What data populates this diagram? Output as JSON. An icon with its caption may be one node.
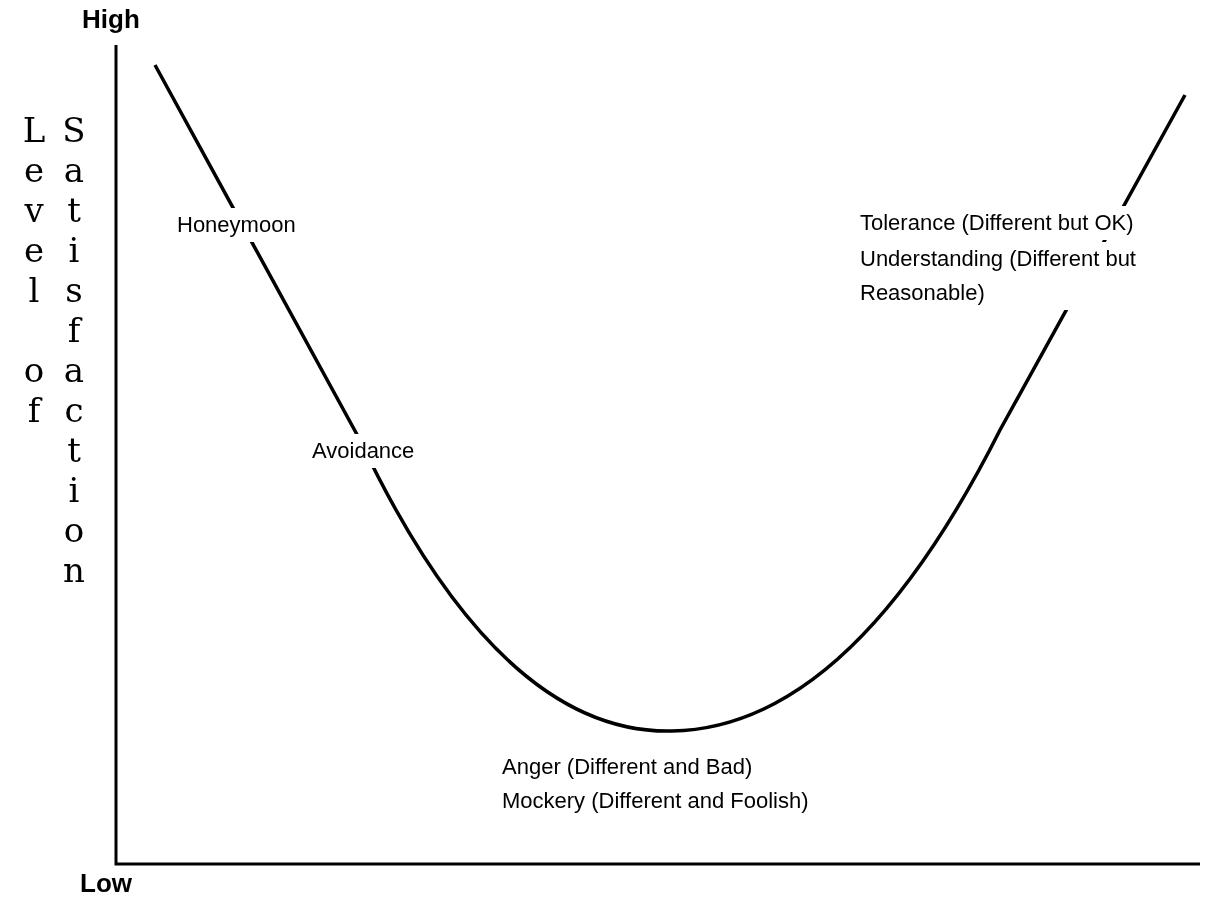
{
  "diagram": {
    "labels": [
      "High",
      "Level of Satisfaction",
      "Honeymoon",
      "Tolerance (Different but OK)",
      "Understanding (Different but Reasonable)",
      "Avoidance",
      "Anger (Different and Bad)",
      "Mockery (Different and Foolish)",
      "Low"
    ]
  }
}
